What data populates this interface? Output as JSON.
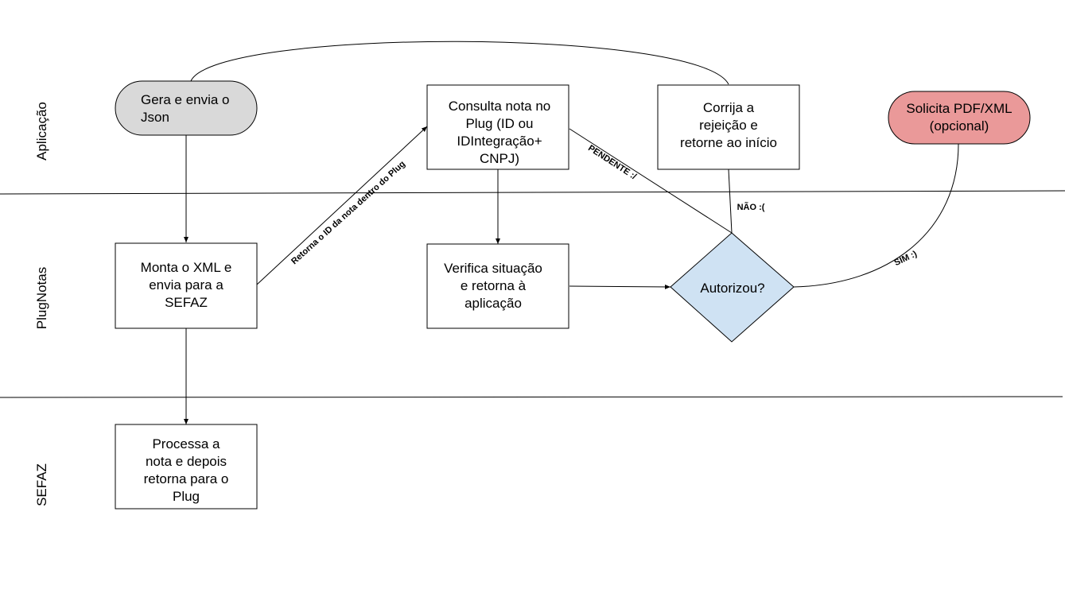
{
  "colors": {
    "start_fill": "#d9d9d9",
    "decision_fill": "#cfe2f3",
    "end_fill": "#ea9999",
    "box_fill": "#ffffff",
    "stroke": "#000000"
  },
  "lanes": {
    "app": "Aplicação",
    "plug": "PlugNotas",
    "sefaz": "SEFAZ"
  },
  "nodes": {
    "start": [
      "Gera e envia o",
      "Json"
    ],
    "monta_xml": [
      "Monta o XML e",
      "envia para a",
      "SEFAZ"
    ],
    "processa": [
      "Processa a",
      "nota e depois",
      "retorna para o",
      "Plug"
    ],
    "consulta": [
      "Consulta nota no",
      "Plug (ID ou",
      "IDIntegração+",
      "CNPJ)"
    ],
    "verifica": [
      "Verifica situação",
      "e retorna à",
      "aplicação"
    ],
    "decision": [
      "Autorizou?"
    ],
    "corrija": [
      "Corrija a",
      "rejeição e",
      "retorne ao início"
    ],
    "solicita": [
      "Solicita PDF/XML",
      "(opcional)"
    ]
  },
  "edge_labels": {
    "retorna_id": "Retorna o ID da nota dentro do Plug",
    "pendente": "PENDENTE :/",
    "nao": "NÃO :(",
    "sim": "SIM :)"
  }
}
